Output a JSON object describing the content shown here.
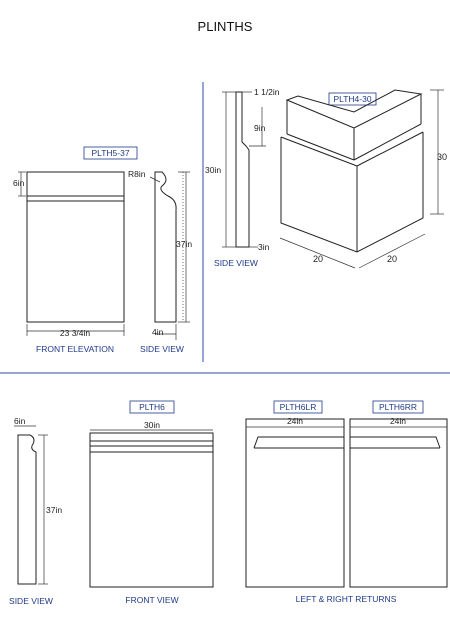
{
  "title": "PLINTHS",
  "colors": {
    "caption": "#1f3a8a",
    "divider": "#2e4bb0",
    "line": "#222222"
  },
  "top_left": {
    "tag": "PLTH5-37",
    "front": {
      "top_dim": "6in",
      "width_dim": "23 3/4in",
      "caption": "FRONT ELEVATION"
    },
    "side": {
      "radius": "R8in",
      "height": "37in",
      "depth": "4in",
      "caption": "SIDE VIEW"
    }
  },
  "top_right": {
    "tag": "PLTH4-30",
    "side": {
      "top": "1 1/2in",
      "mid": "9in",
      "height": "30in",
      "depth": "3in",
      "caption": "SIDE VIEW"
    },
    "iso": {
      "height": "30",
      "left_width": "20",
      "right_width": "20"
    }
  },
  "bottom": {
    "side": {
      "top": "6in",
      "height": "37in",
      "caption": "SIDE VIEW"
    },
    "front": {
      "tag": "PLTH6",
      "width": "30in",
      "caption": "FRONT VIEW"
    },
    "returns": {
      "left_tag": "PLTH6LR",
      "right_tag": "PLTH6RR",
      "left_width": "24in",
      "right_width": "24in",
      "caption": "LEFT & RIGHT RETURNS"
    }
  }
}
